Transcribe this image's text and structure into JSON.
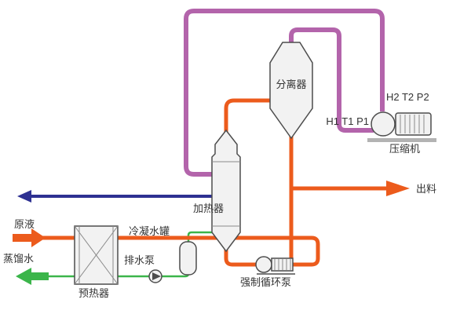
{
  "diagram": {
    "labels": {
      "feed": "原液",
      "distilled_water": "蒸馏水",
      "preheater": "预热器",
      "condensate_tank": "冷凝水罐",
      "drain_pump": "排水泵",
      "heater": "加热器",
      "separator": "分离器",
      "forced_circ_pump": "强制循环泵",
      "compressor": "压缩机",
      "discharge": "出料",
      "inlet_instruments": "H1 T1 P1",
      "outlet_instruments": "H2 T2 P2"
    },
    "colors": {
      "vapor": "#b364ab",
      "process": "#ec5b1c",
      "condensate": "#3bb54a",
      "vent": "#2e3192",
      "equipment_fill": "#f2f2f2",
      "equipment_stroke": "#4d4d4d",
      "label_text": "#333333"
    }
  }
}
